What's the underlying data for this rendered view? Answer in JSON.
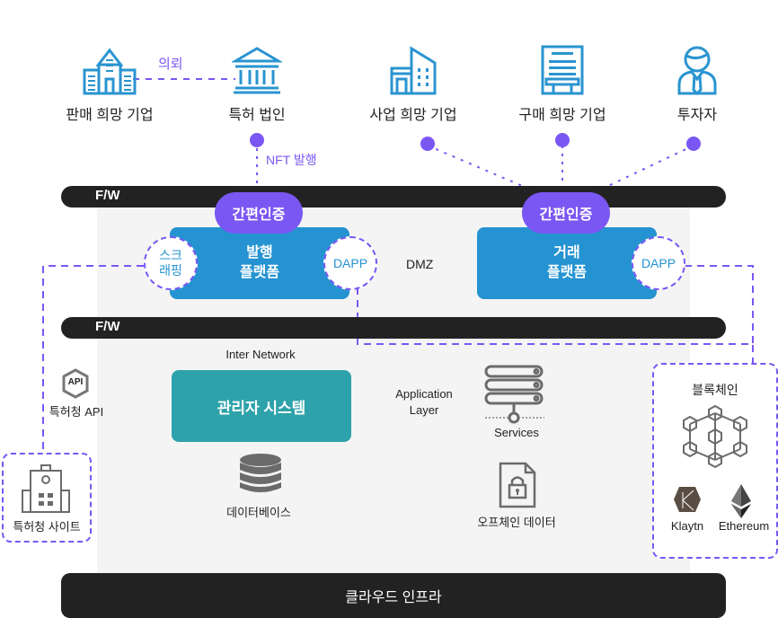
{
  "top_entities": [
    {
      "id": "seller",
      "label": "판매 희망 기업",
      "icon": "office-buildings-icon"
    },
    {
      "id": "patent_firm",
      "label": "특허 법인",
      "icon": "bank-building-icon"
    },
    {
      "id": "business",
      "label": "사업 희망 기업",
      "icon": "modern-building-icon"
    },
    {
      "id": "buyer",
      "label": "구매 희망 기업",
      "icon": "tower-building-icon"
    },
    {
      "id": "investor",
      "label": "투자자",
      "icon": "businessman-icon"
    }
  ],
  "connections": {
    "request_label": "의뢰",
    "nft_label": "NFT 발행"
  },
  "firewall": {
    "top_label": "F/W",
    "bottom_label": "F/W"
  },
  "dmz_label": "DMZ",
  "issue_platform": {
    "auth_label": "간편인증",
    "title_line1": "발행",
    "title_line2": "플랫폼",
    "scraping_line1": "스크",
    "scraping_line2": "래핑",
    "dapp_label": "DAPP"
  },
  "trade_platform": {
    "auth_label": "간편인증",
    "title_line1": "거래",
    "title_line2": "플랫폼",
    "dapp_label": "DAPP"
  },
  "internal": {
    "inter_network_label": "Inter Network",
    "admin_system_label": "관리자 시스템",
    "database_label": "데이터베이스",
    "application_layer_line1": "Application",
    "application_layer_line2": "Layer",
    "services_label": "Services",
    "offchain_label": "오프체인 데이터"
  },
  "patent_office": {
    "api_badge": "API",
    "api_label": "특허청 API",
    "site_label": "특허청 사이트"
  },
  "blockchain": {
    "title": "블록체인",
    "networks": [
      {
        "name": "Klaytn",
        "icon": "klaytn-icon"
      },
      {
        "name": "Ethereum",
        "icon": "ethereum-icon"
      }
    ]
  },
  "infra_label": "클라우드 인프라",
  "colors": {
    "accent_purple": "#7a57f3",
    "platform_blue": "#2593d1",
    "admin_teal": "#2ea2aa",
    "bar_dark": "#222222",
    "icon_blue": "#2a94d0",
    "icon_gray": "#666666"
  }
}
